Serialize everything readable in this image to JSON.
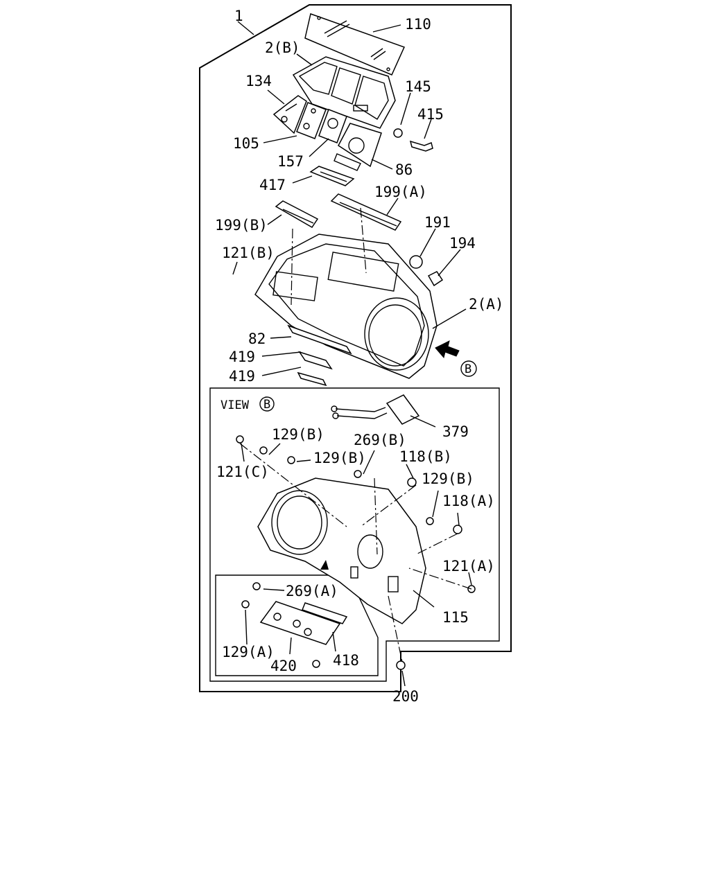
{
  "labels": {
    "assembly": "1",
    "p110": "110",
    "p2b": "2(B)",
    "p134": "134",
    "p145": "145",
    "p415": "415",
    "p105": "105",
    "p157": "157",
    "p86": "86",
    "p417": "417",
    "p199a": "199(A)",
    "p199b": "199(B)",
    "p191": "191",
    "p194": "194",
    "p121b": "121(B)",
    "p2a": "2(A)",
    "p82": "82",
    "p419a": "419",
    "p419b": "419",
    "viewRef": "B",
    "p379": "379",
    "p129b1": "129(B)",
    "p269b": "269(B)",
    "p129b2": "129(B)",
    "p121c": "121(C)",
    "p118b": "118(B)",
    "p129b3": "129(B)",
    "p118a": "118(A)",
    "p121a": "121(A)",
    "p115": "115",
    "p269a": "269(A)",
    "p129a": "129(A)",
    "p420": "420",
    "p418": "418",
    "p200": "200"
  },
  "view": {
    "prefix": "VIEW",
    "ref": "B"
  }
}
